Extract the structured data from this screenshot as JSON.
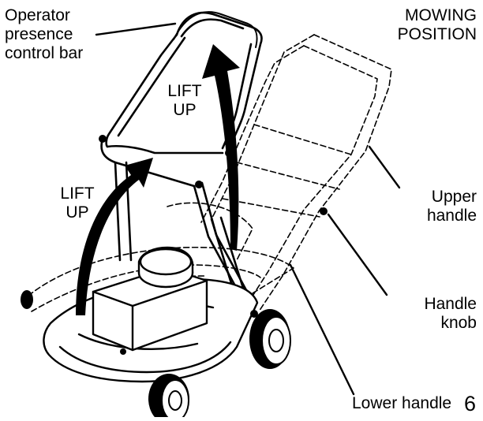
{
  "diagram": {
    "labels": {
      "operator_line1": "Operator",
      "operator_line2": "presence",
      "operator_line3": "control bar",
      "mowing_line1": "MOWING",
      "mowing_line2": "POSITION",
      "lift_top_1": "LIFT",
      "lift_top_2": "UP",
      "lift_left_1": "LIFT",
      "lift_left_2": "UP",
      "upper_line1": "Upper",
      "upper_line2": "handle",
      "knob_line1": "Handle",
      "knob_line2": "knob",
      "lower_handle": "Lower handle",
      "page_number": "6"
    },
    "colors": {
      "ink": "#000000",
      "paper": "#ffffff"
    }
  }
}
